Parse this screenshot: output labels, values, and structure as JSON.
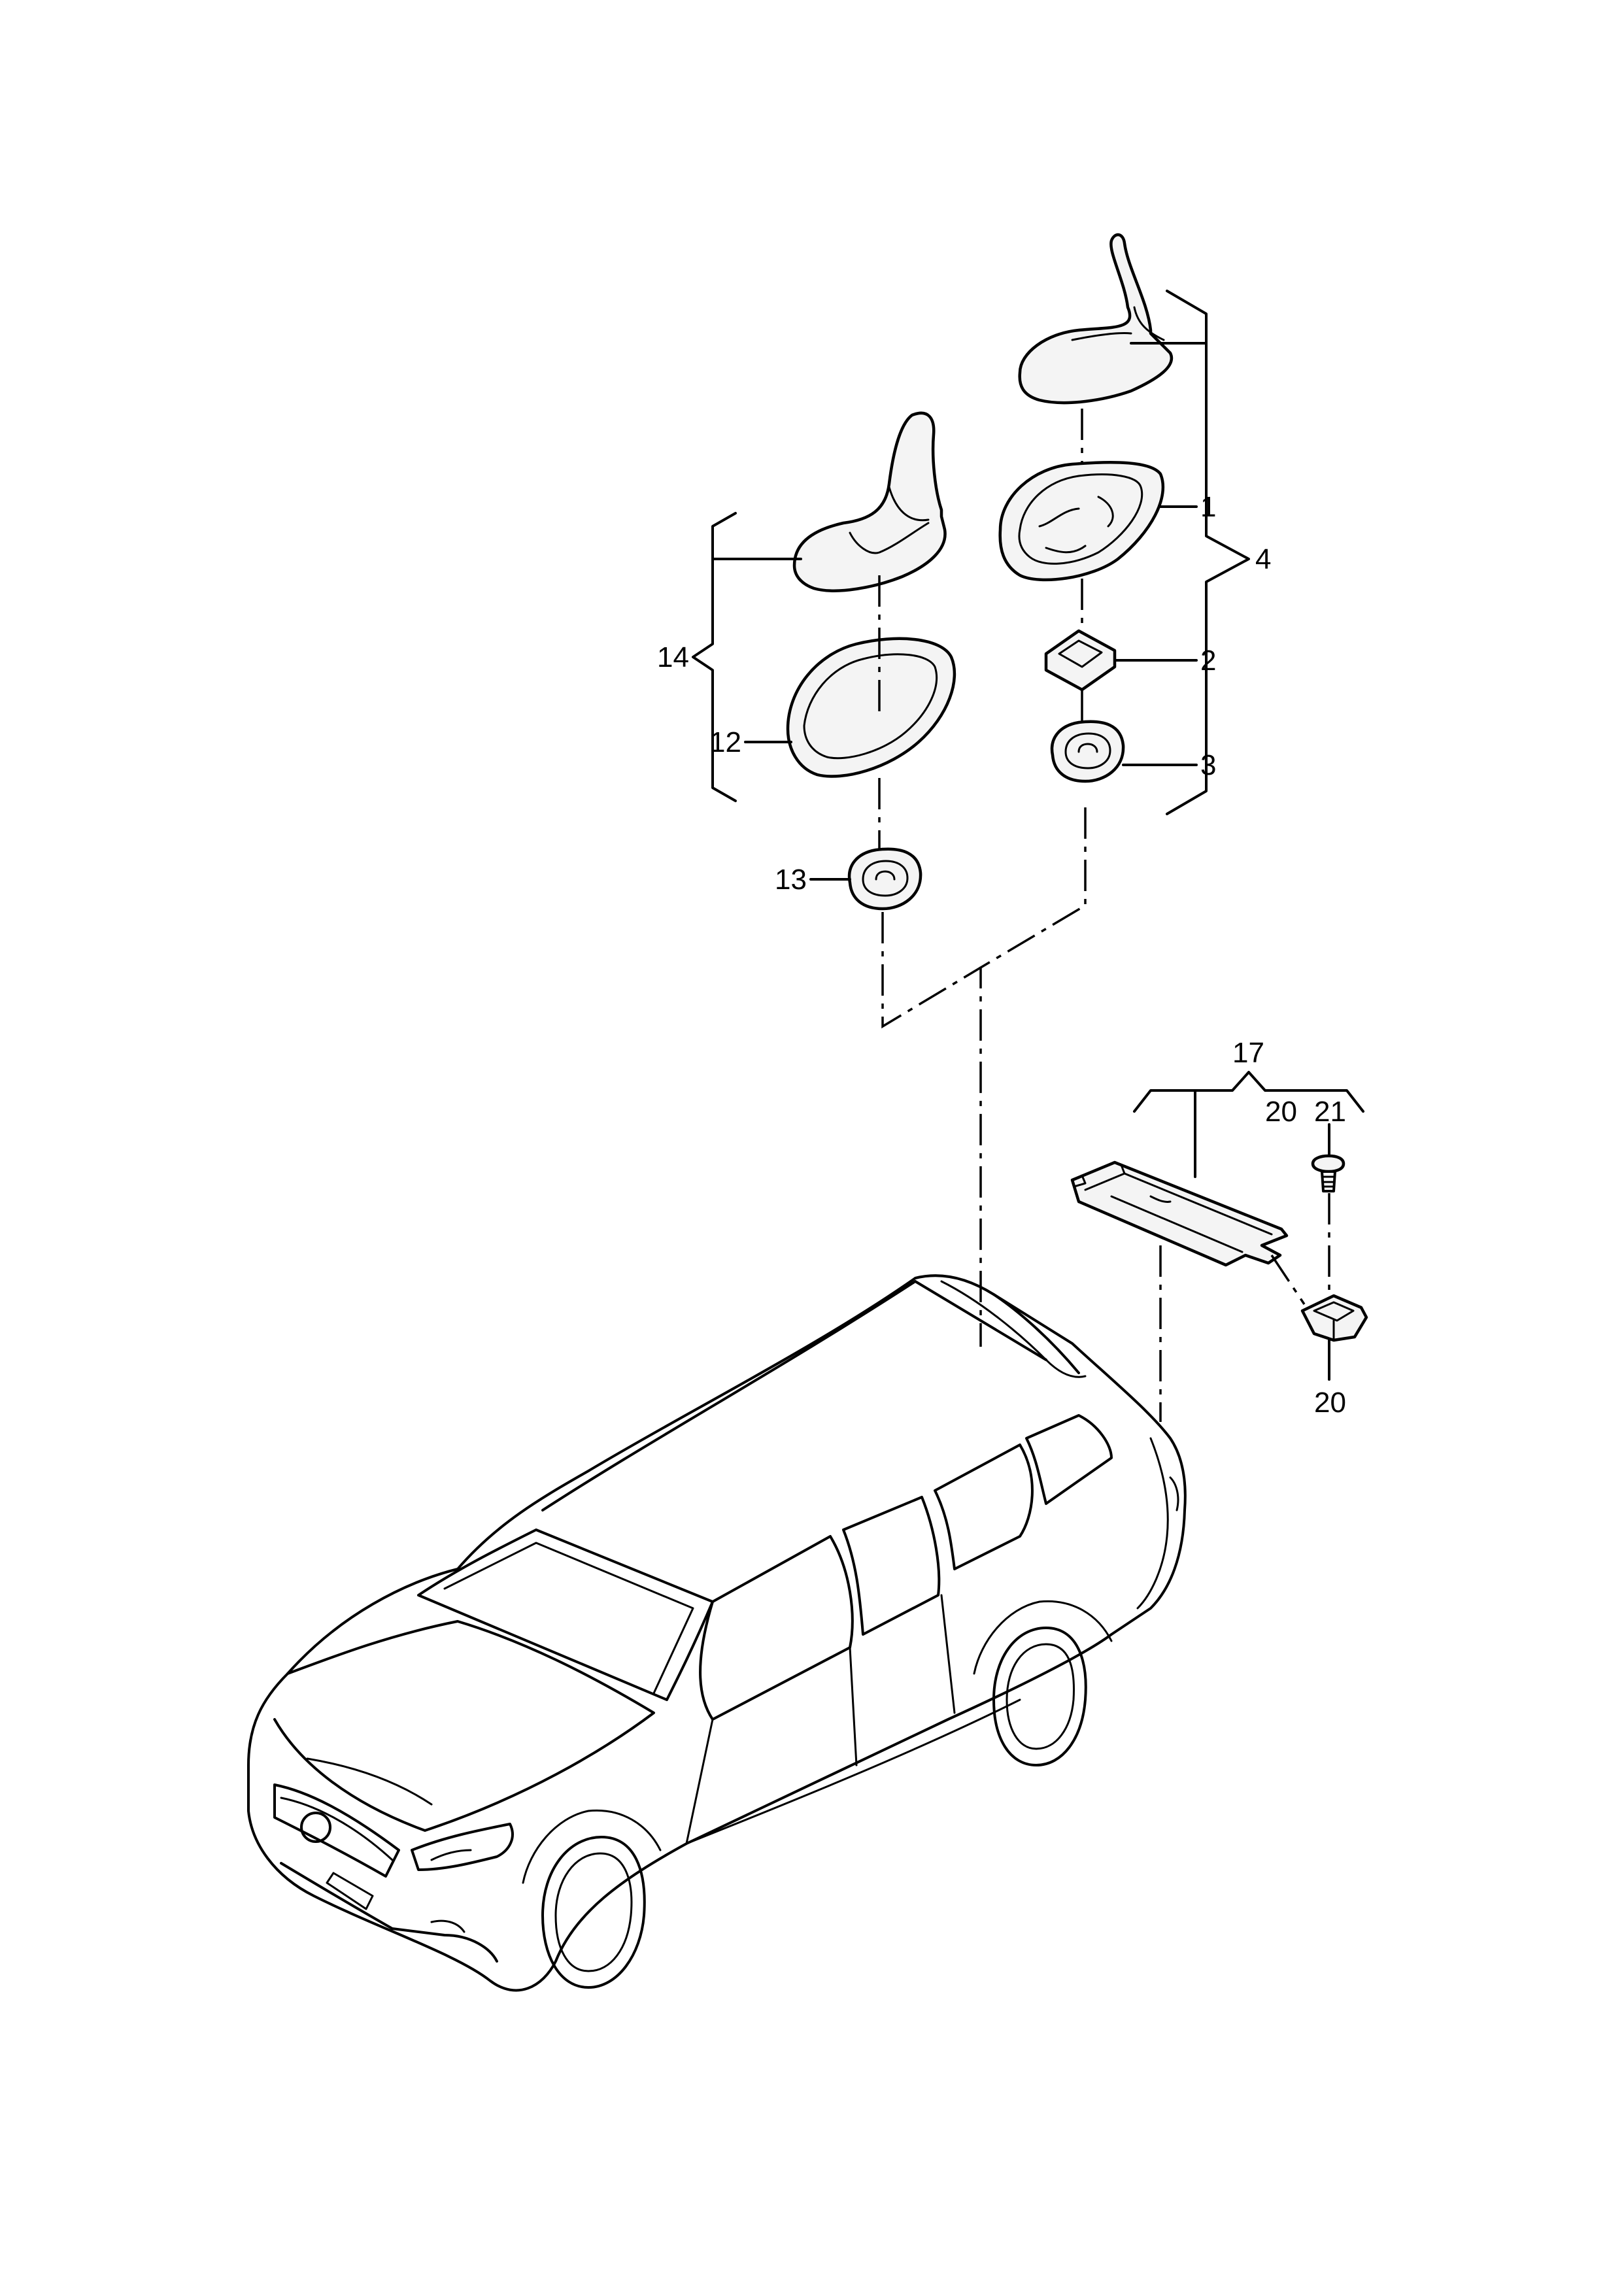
{
  "callouts": {
    "c1": "1",
    "c2": "2",
    "c3": "3",
    "c4": "4",
    "c12": "12",
    "c13": "13",
    "c14": "14",
    "c17": "17",
    "c20a": "20",
    "c21": "21",
    "c20b": "20"
  }
}
